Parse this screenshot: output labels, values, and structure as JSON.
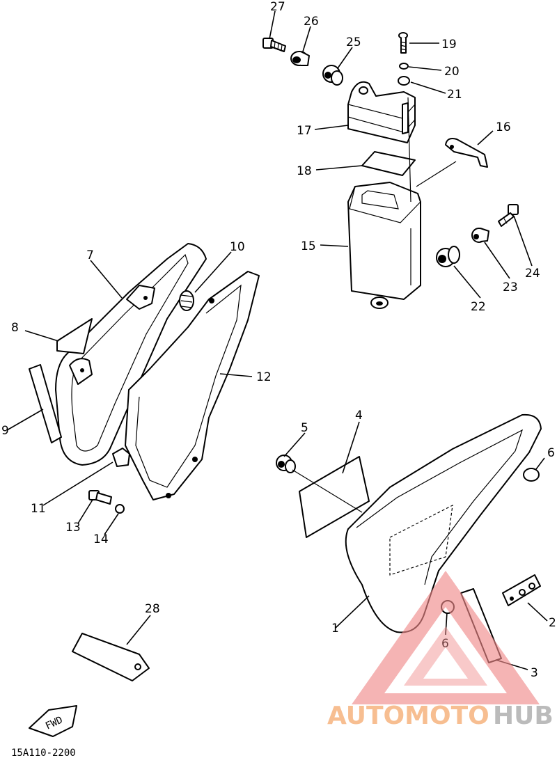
{
  "callouts": [
    {
      "id": "c1",
      "text": "1"
    },
    {
      "id": "c2",
      "text": "2"
    },
    {
      "id": "c3",
      "text": "3"
    },
    {
      "id": "c4",
      "text": "4"
    },
    {
      "id": "c5",
      "text": "5"
    },
    {
      "id": "c6a",
      "text": "6"
    },
    {
      "id": "c6b",
      "text": "6"
    },
    {
      "id": "c7",
      "text": "7"
    },
    {
      "id": "c8",
      "text": "8"
    },
    {
      "id": "c9",
      "text": "9"
    },
    {
      "id": "c10",
      "text": "10"
    },
    {
      "id": "c11",
      "text": "11"
    },
    {
      "id": "c12",
      "text": "12"
    },
    {
      "id": "c13",
      "text": "13"
    },
    {
      "id": "c14",
      "text": "14"
    },
    {
      "id": "c15",
      "text": "15"
    },
    {
      "id": "c16",
      "text": "16"
    },
    {
      "id": "c17",
      "text": "17"
    },
    {
      "id": "c18",
      "text": "18"
    },
    {
      "id": "c19",
      "text": "19"
    },
    {
      "id": "c20",
      "text": "20"
    },
    {
      "id": "c21",
      "text": "21"
    },
    {
      "id": "c22",
      "text": "22"
    },
    {
      "id": "c23",
      "text": "23"
    },
    {
      "id": "c24",
      "text": "24"
    },
    {
      "id": "c25",
      "text": "25"
    },
    {
      "id": "c26",
      "text": "26"
    },
    {
      "id": "c27",
      "text": "27"
    },
    {
      "id": "c28",
      "text": "28"
    }
  ],
  "fwd_label": "FWD",
  "diagram_code": "15A110-2200",
  "watermark": {
    "part1": "AUTOMOTO",
    "part2": "HUB",
    "color_primary": "#f6b37e",
    "color_secondary": "#b0b0b0",
    "triangle_color": "#f08a8a"
  }
}
